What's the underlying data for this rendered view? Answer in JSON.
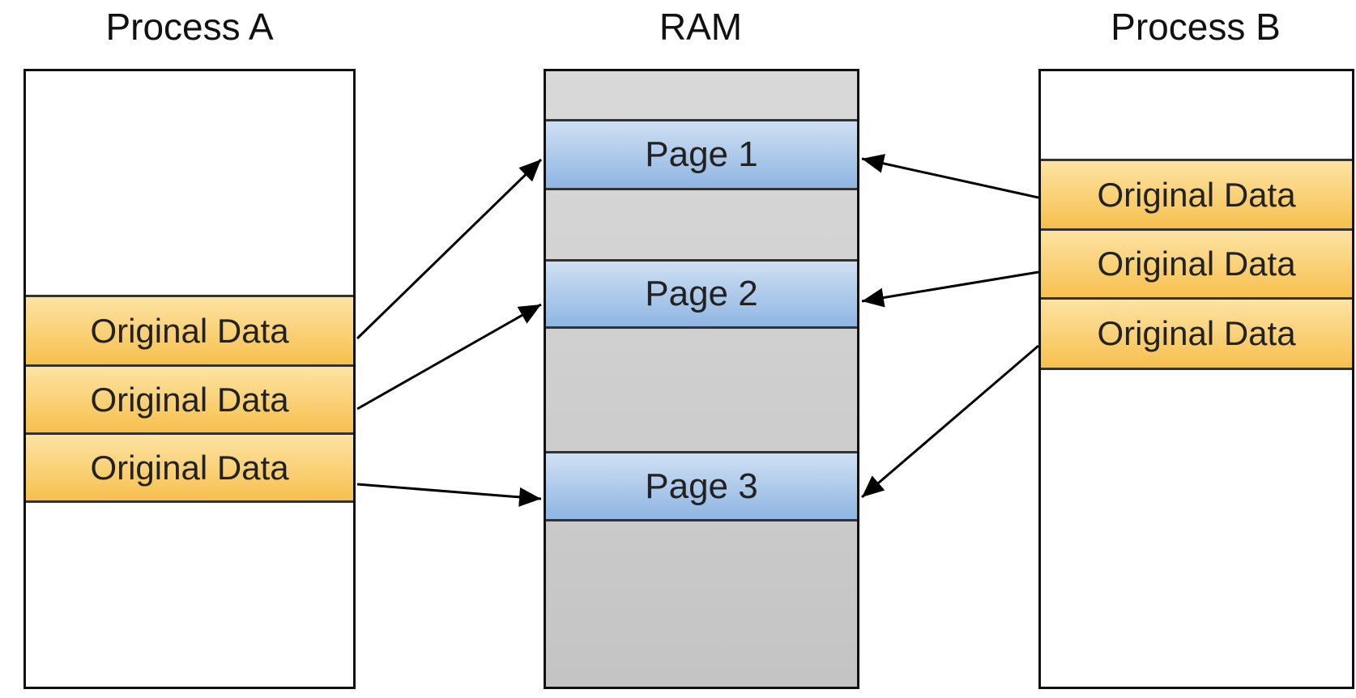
{
  "titles": {
    "process_a": "Process A",
    "ram": "RAM",
    "process_b": "Process B"
  },
  "process_a": {
    "blocks": [
      "Original Data",
      "Original Data",
      "Original Data"
    ]
  },
  "ram": {
    "pages": [
      "Page 1",
      "Page 2",
      "Page 3"
    ]
  },
  "process_b": {
    "blocks": [
      "Original Data",
      "Original Data",
      "Original Data"
    ]
  },
  "colors": {
    "original_data": "#f9c95d",
    "page": "#a9c6ea",
    "ram_background": "#cfcfcf",
    "arrow": "#000000"
  },
  "mappings": [
    {
      "from": "process_a.blocks.0",
      "to": "ram.pages.0"
    },
    {
      "from": "process_a.blocks.1",
      "to": "ram.pages.1"
    },
    {
      "from": "process_a.blocks.2",
      "to": "ram.pages.2"
    },
    {
      "from": "process_b.blocks.0",
      "to": "ram.pages.0"
    },
    {
      "from": "process_b.blocks.1",
      "to": "ram.pages.1"
    },
    {
      "from": "process_b.blocks.2",
      "to": "ram.pages.2"
    }
  ]
}
